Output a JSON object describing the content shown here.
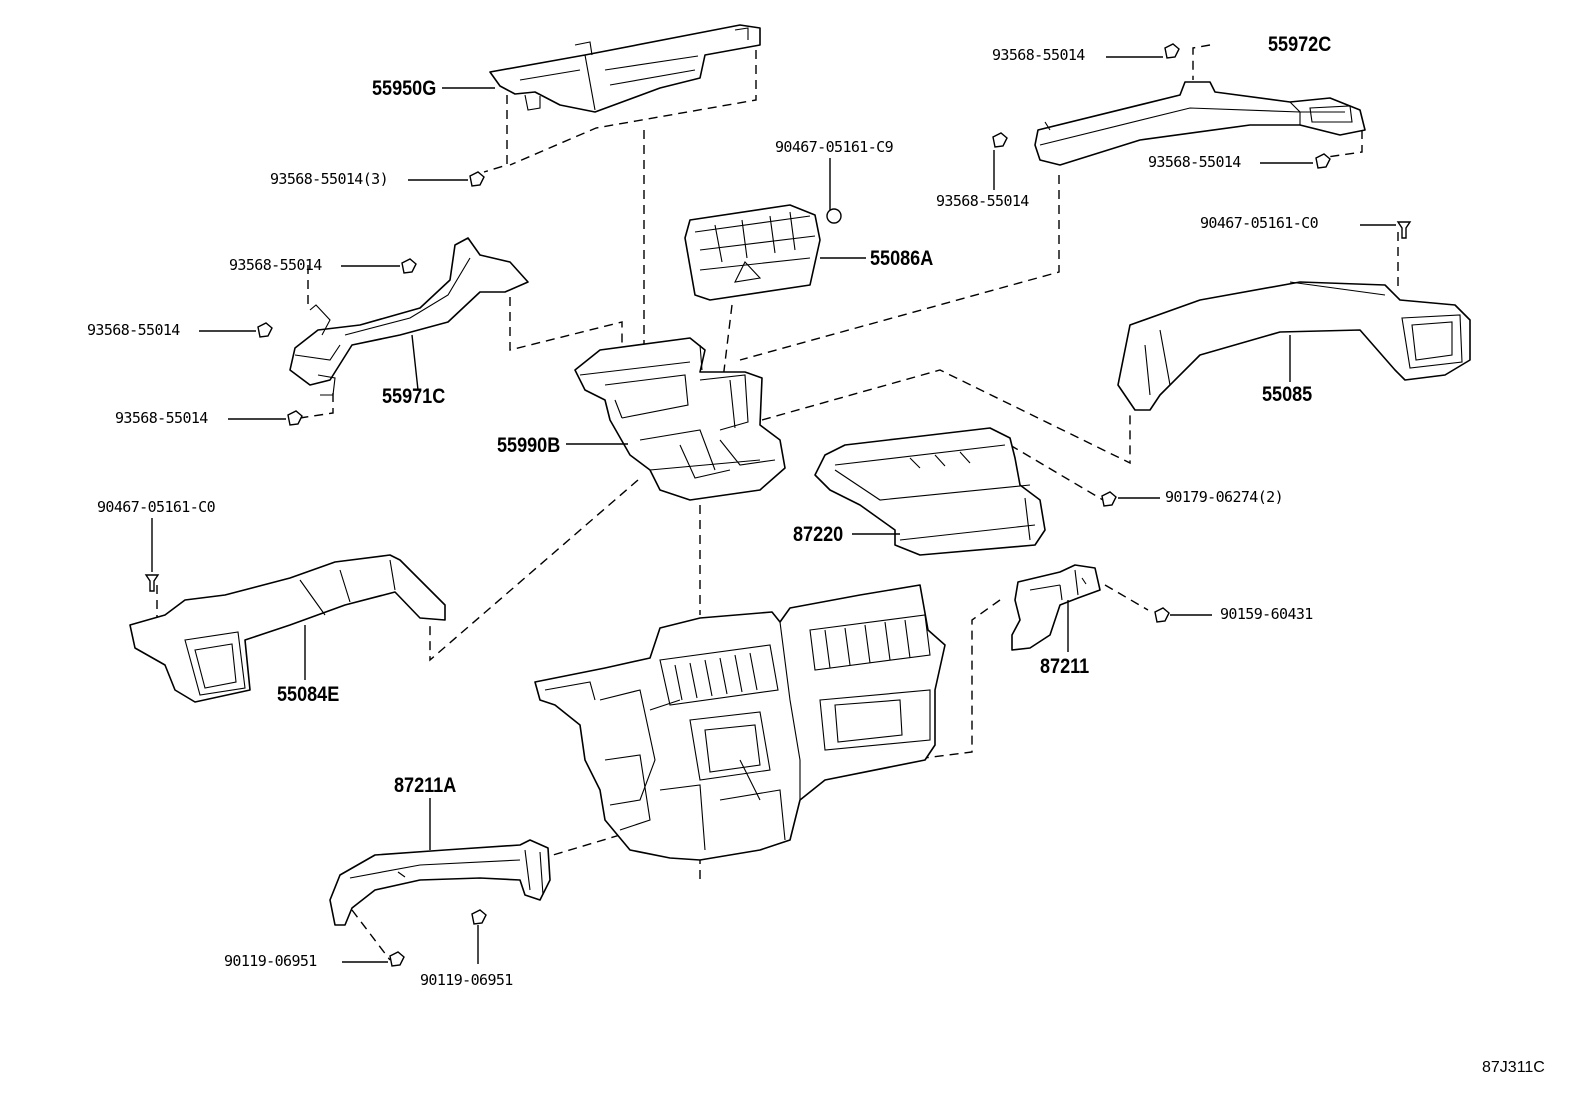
{
  "diagram": {
    "labels": {
      "p55950G": "55950G",
      "p93568_3": "93568-55014(3)",
      "p90467_C9": "90467-05161-C9",
      "p55086A": "55086A",
      "p93568_a": "93568-55014",
      "p55972C": "55972C",
      "p93568_b": "93568-55014",
      "p93568_c": "93568-55014",
      "p93568_d": "93568-55014",
      "p93568_e": "93568-55014",
      "p93568_f": "93568-55014",
      "p55971C": "55971C",
      "p90467_C0_right": "90467-05161-C0",
      "p55085": "55085",
      "p55990B": "55990B",
      "p90179": "90179-06274(2)",
      "p90467_C0_left": "90467-05161-C0",
      "p87220": "87220",
      "p90159": "90159-60431",
      "p87211": "87211",
      "p55084E": "55084E",
      "p87211A": "87211A",
      "p90119_a": "90119-06951",
      "p90119_b": "90119-06951"
    },
    "reference_code": "87J311C"
  }
}
